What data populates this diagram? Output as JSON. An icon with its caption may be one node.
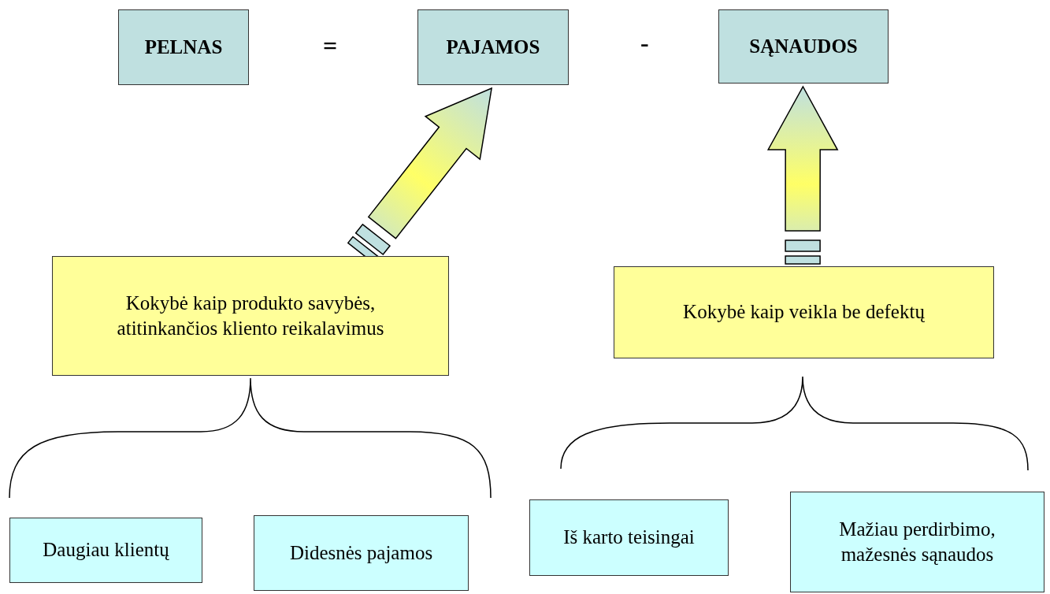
{
  "diagram": {
    "nodes": [
      {
        "text": [
          "PELNAS"
        ]
      },
      {
        "text": [
          "PAJAMOS"
        ]
      },
      {
        "text": [
          "SĄNAUDOS"
        ]
      },
      {
        "text": [
          "Kokybė kaip produkto savybės, atitinkančios kliento reikalavimus"
        ]
      },
      {
        "text": [
          "Kokybė kaip veikla be defektų"
        ]
      },
      {
        "text": [
          "Daugiau klientų"
        ]
      },
      {
        "text": [
          "Didesnės pajamos"
        ]
      },
      {
        "text": [
          "Iš karto teisingai"
        ]
      },
      {
        "text": [
          "Mažiau perdirbimo, mažesnės sąnaudos"
        ]
      }
    ],
    "edges": [
      {
        "from": 3,
        "to": 1,
        "arrow": "to",
        "style": "thick"
      },
      {
        "from": 4,
        "to": 2,
        "arrow": "to",
        "style": "thick"
      }
    ],
    "labels": [
      "=",
      "-"
    ]
  }
}
